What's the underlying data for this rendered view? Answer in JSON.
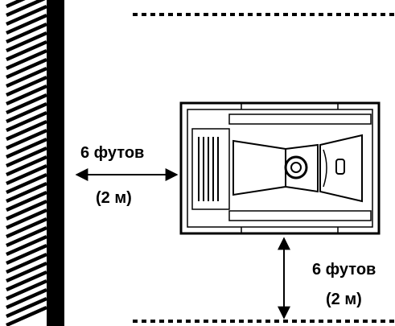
{
  "clearances": {
    "side": {
      "distance_imperial": "6 футов",
      "distance_metric": "(2 м)"
    },
    "rear": {
      "distance_imperial": "6 футов",
      "distance_metric": "(2 м)"
    }
  },
  "colors": {
    "ink": "#000000",
    "paper": "#ffffff"
  },
  "icons": {
    "wall": "hatched-wall-icon",
    "treadmill": "treadmill-top-view-icon",
    "arrow": "double-arrow-icon"
  }
}
